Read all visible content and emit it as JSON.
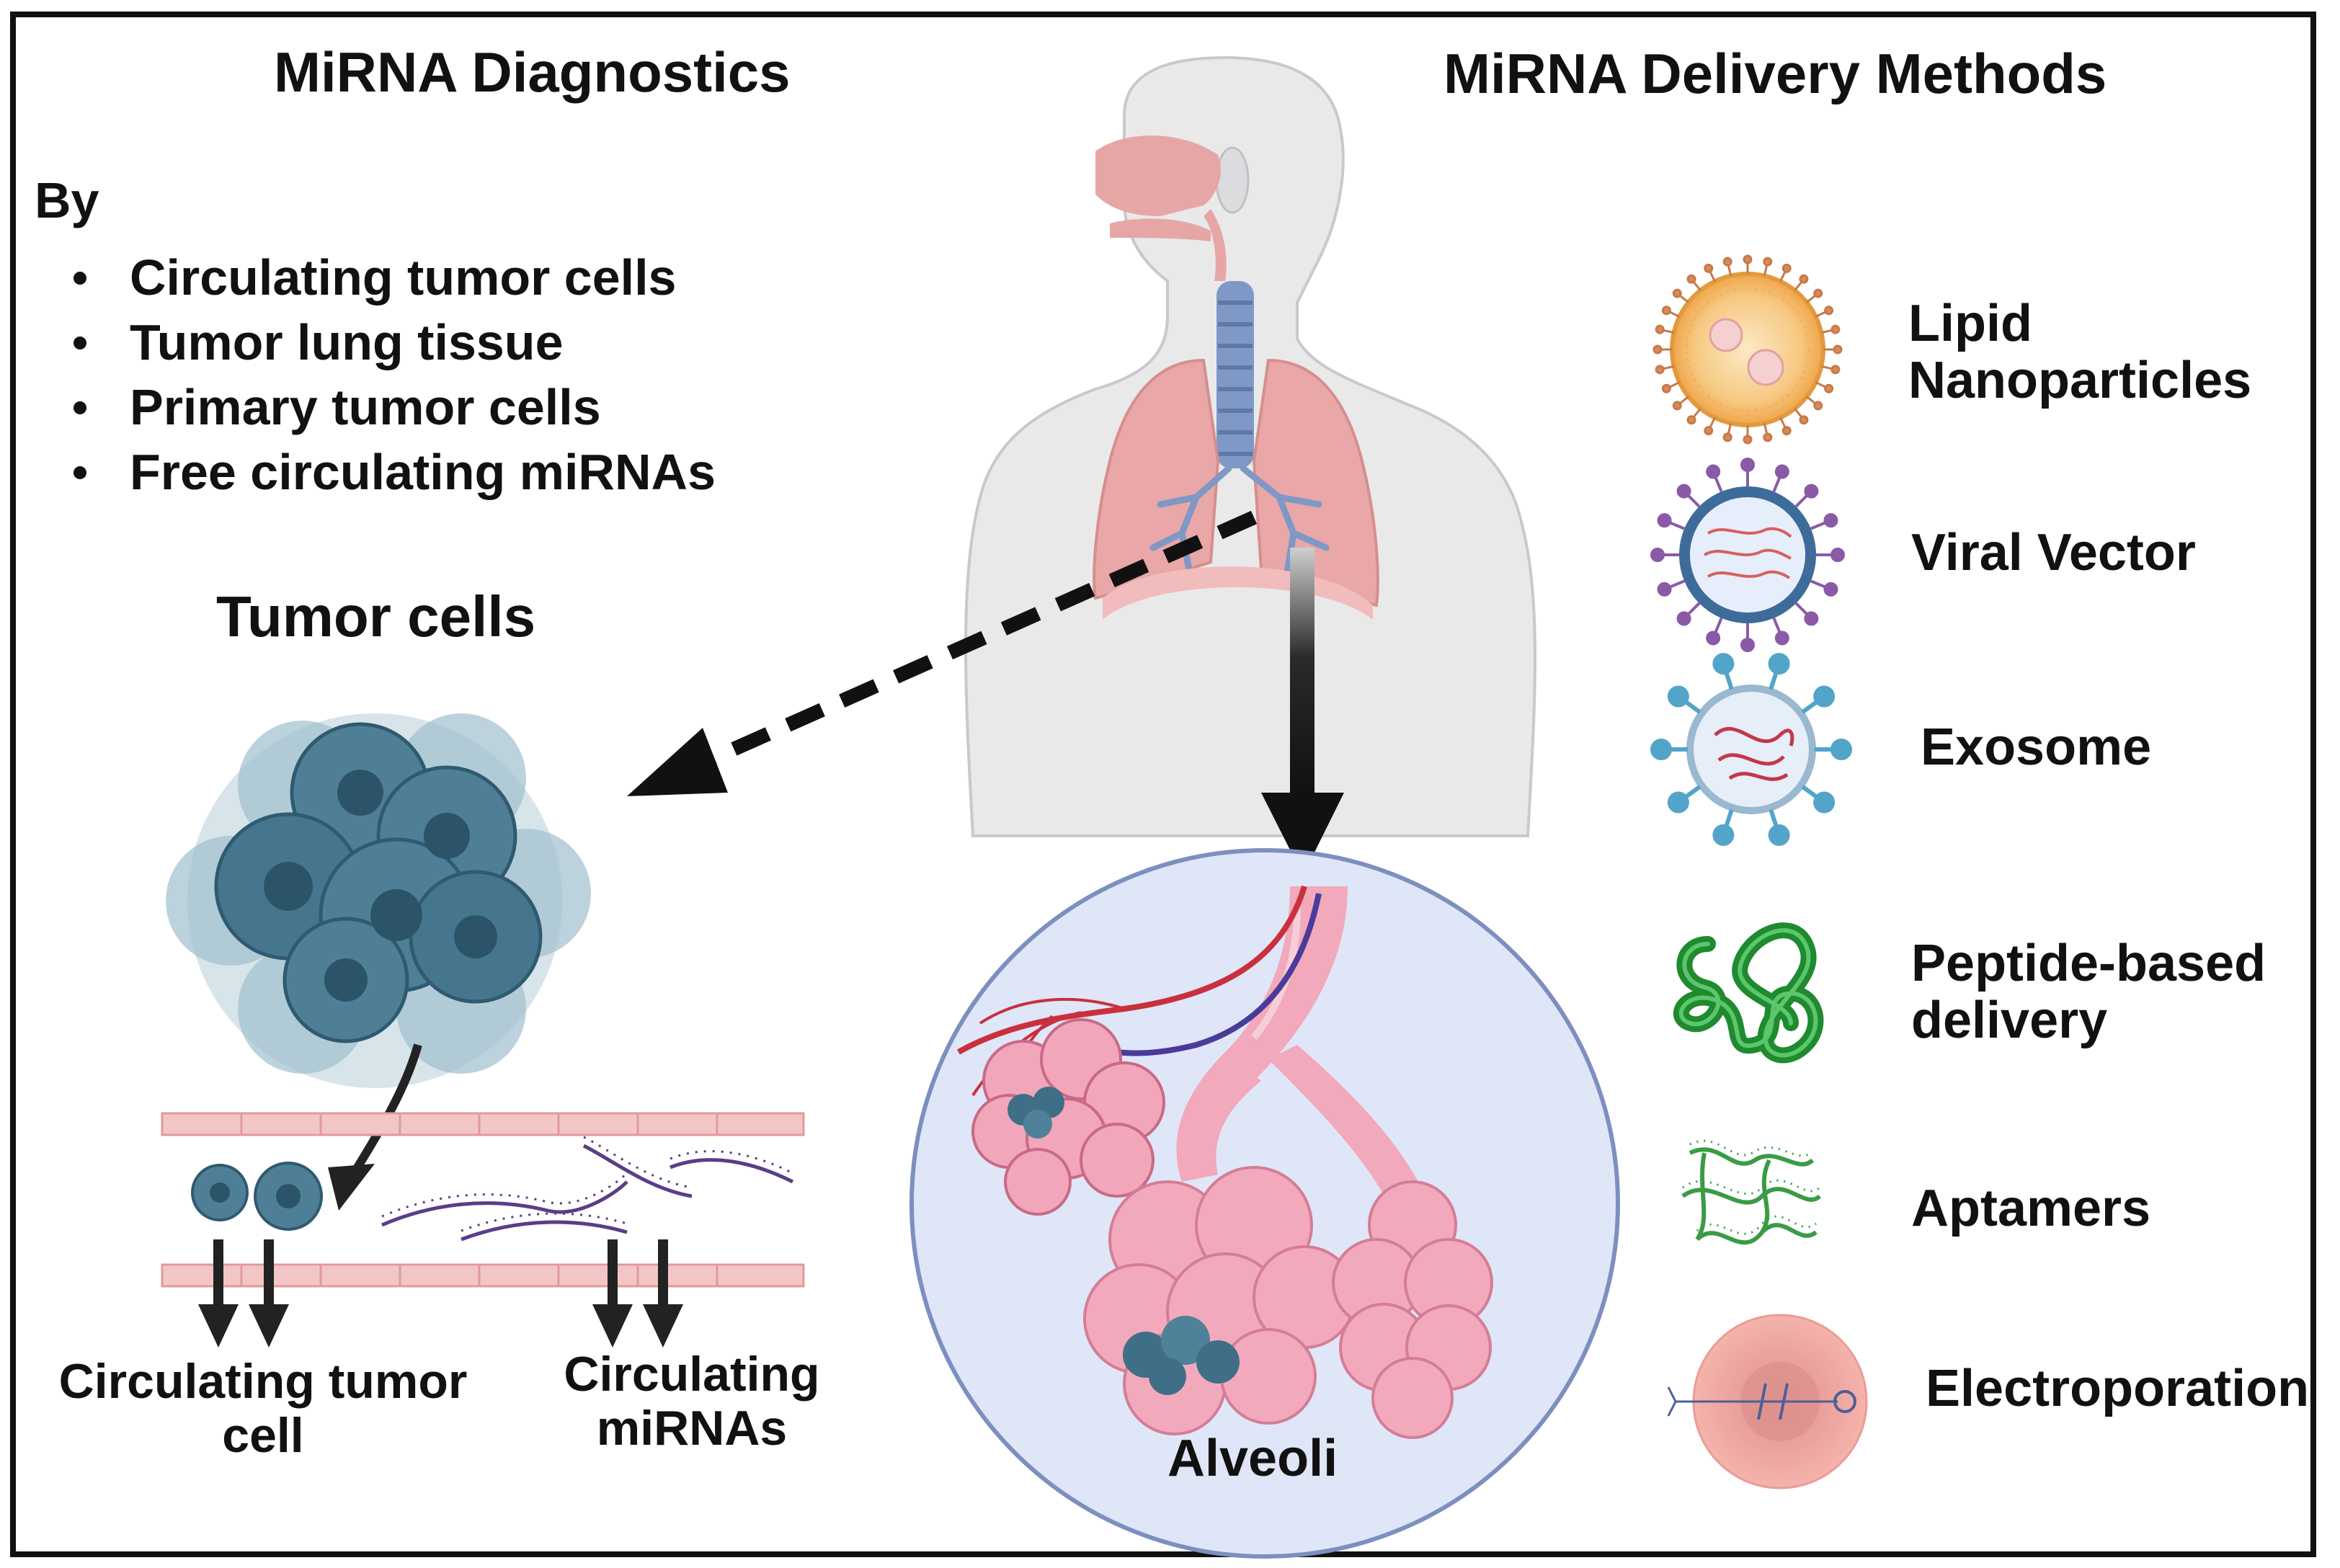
{
  "colors": {
    "frame": "#111111",
    "skin": "#e9e9ea",
    "lung": "#e9a7a7",
    "trachea": "#7f98c6",
    "alveoli_circle": "#dfe6f7",
    "alveoli_pink": "#f0a6b9",
    "tumor": "#3f6f86",
    "vessel": "#f2c6c6",
    "mirna": "#5a3d88",
    "lipid": "#f3a64a",
    "viral": "#3e6c9a",
    "exosome": "#53a4c9",
    "peptide": "#2a9a3a",
    "aptamer": "#3a9b45",
    "electro": "#f2a5a0"
  },
  "diagnostics": {
    "title": "MiRNA Diagnostics",
    "by_label": "By",
    "sources": [
      "Circulating tumor cells",
      "Tumor lung tissue",
      "Primary tumor cells",
      "Free circulating miRNAs"
    ],
    "tumor_cells_label": "Tumor cells",
    "ctc_label": [
      "Circulating tumor",
      "cell"
    ],
    "mirna_label": [
      "Circulating",
      "miRNAs"
    ]
  },
  "center": {
    "alveoli_label": "Alveoli"
  },
  "delivery": {
    "title": "MiRNA Delivery Methods",
    "methods": [
      {
        "lines": [
          "Lipid",
          "Nanoparticles"
        ],
        "icon": "lipid-nanoparticle-icon"
      },
      {
        "lines": [
          "Viral Vector"
        ],
        "icon": "viral-vector-icon"
      },
      {
        "lines": [
          "Exosome"
        ],
        "icon": "exosome-icon"
      },
      {
        "lines": [
          "Peptide-based",
          "delivery"
        ],
        "icon": "peptide-icon"
      },
      {
        "lines": [
          "Aptamers"
        ],
        "icon": "aptamer-icon"
      },
      {
        "lines": [
          "Electroporation"
        ],
        "icon": "electroporation-icon"
      }
    ]
  }
}
